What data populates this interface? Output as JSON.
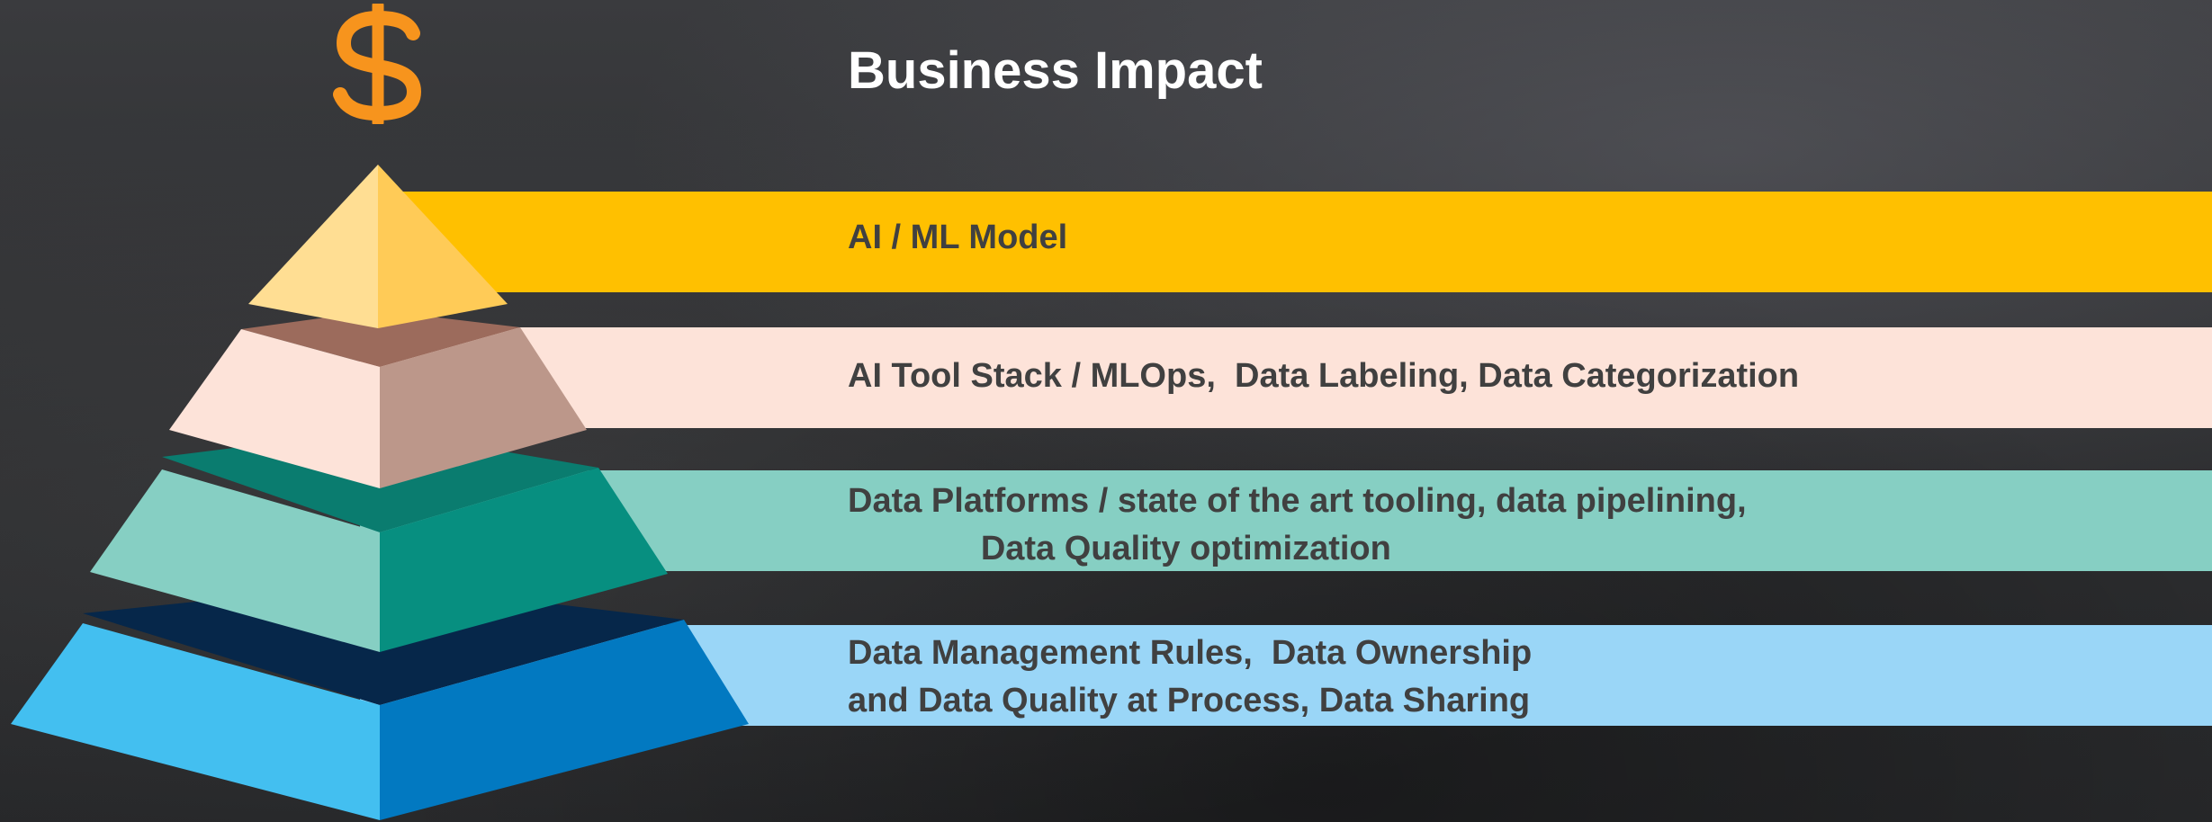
{
  "slide": {
    "title": "Business Impact",
    "icon": "dollar-sign-icon",
    "colors": {
      "background": "#2f3032",
      "title": "#ffffff",
      "text": "#404040",
      "dollar": "#f7941d"
    }
  },
  "tiers": [
    {
      "label": "AI / ML Model",
      "band_color": "#ffc000"
    },
    {
      "label": "AI Tool Stack / MLOps,  Data Labeling, Data Categorization",
      "band_color": "#fde3d9"
    },
    {
      "label": "Data Platforms / state of the art tooling, data pipelining,\n              Data Quality optimization",
      "band_color": "#86cfc3"
    },
    {
      "label": "Data Management Rules,  Data Ownership\nand Data Quality at Process, Data Sharing",
      "band_color": "#9ad6f7"
    }
  ]
}
